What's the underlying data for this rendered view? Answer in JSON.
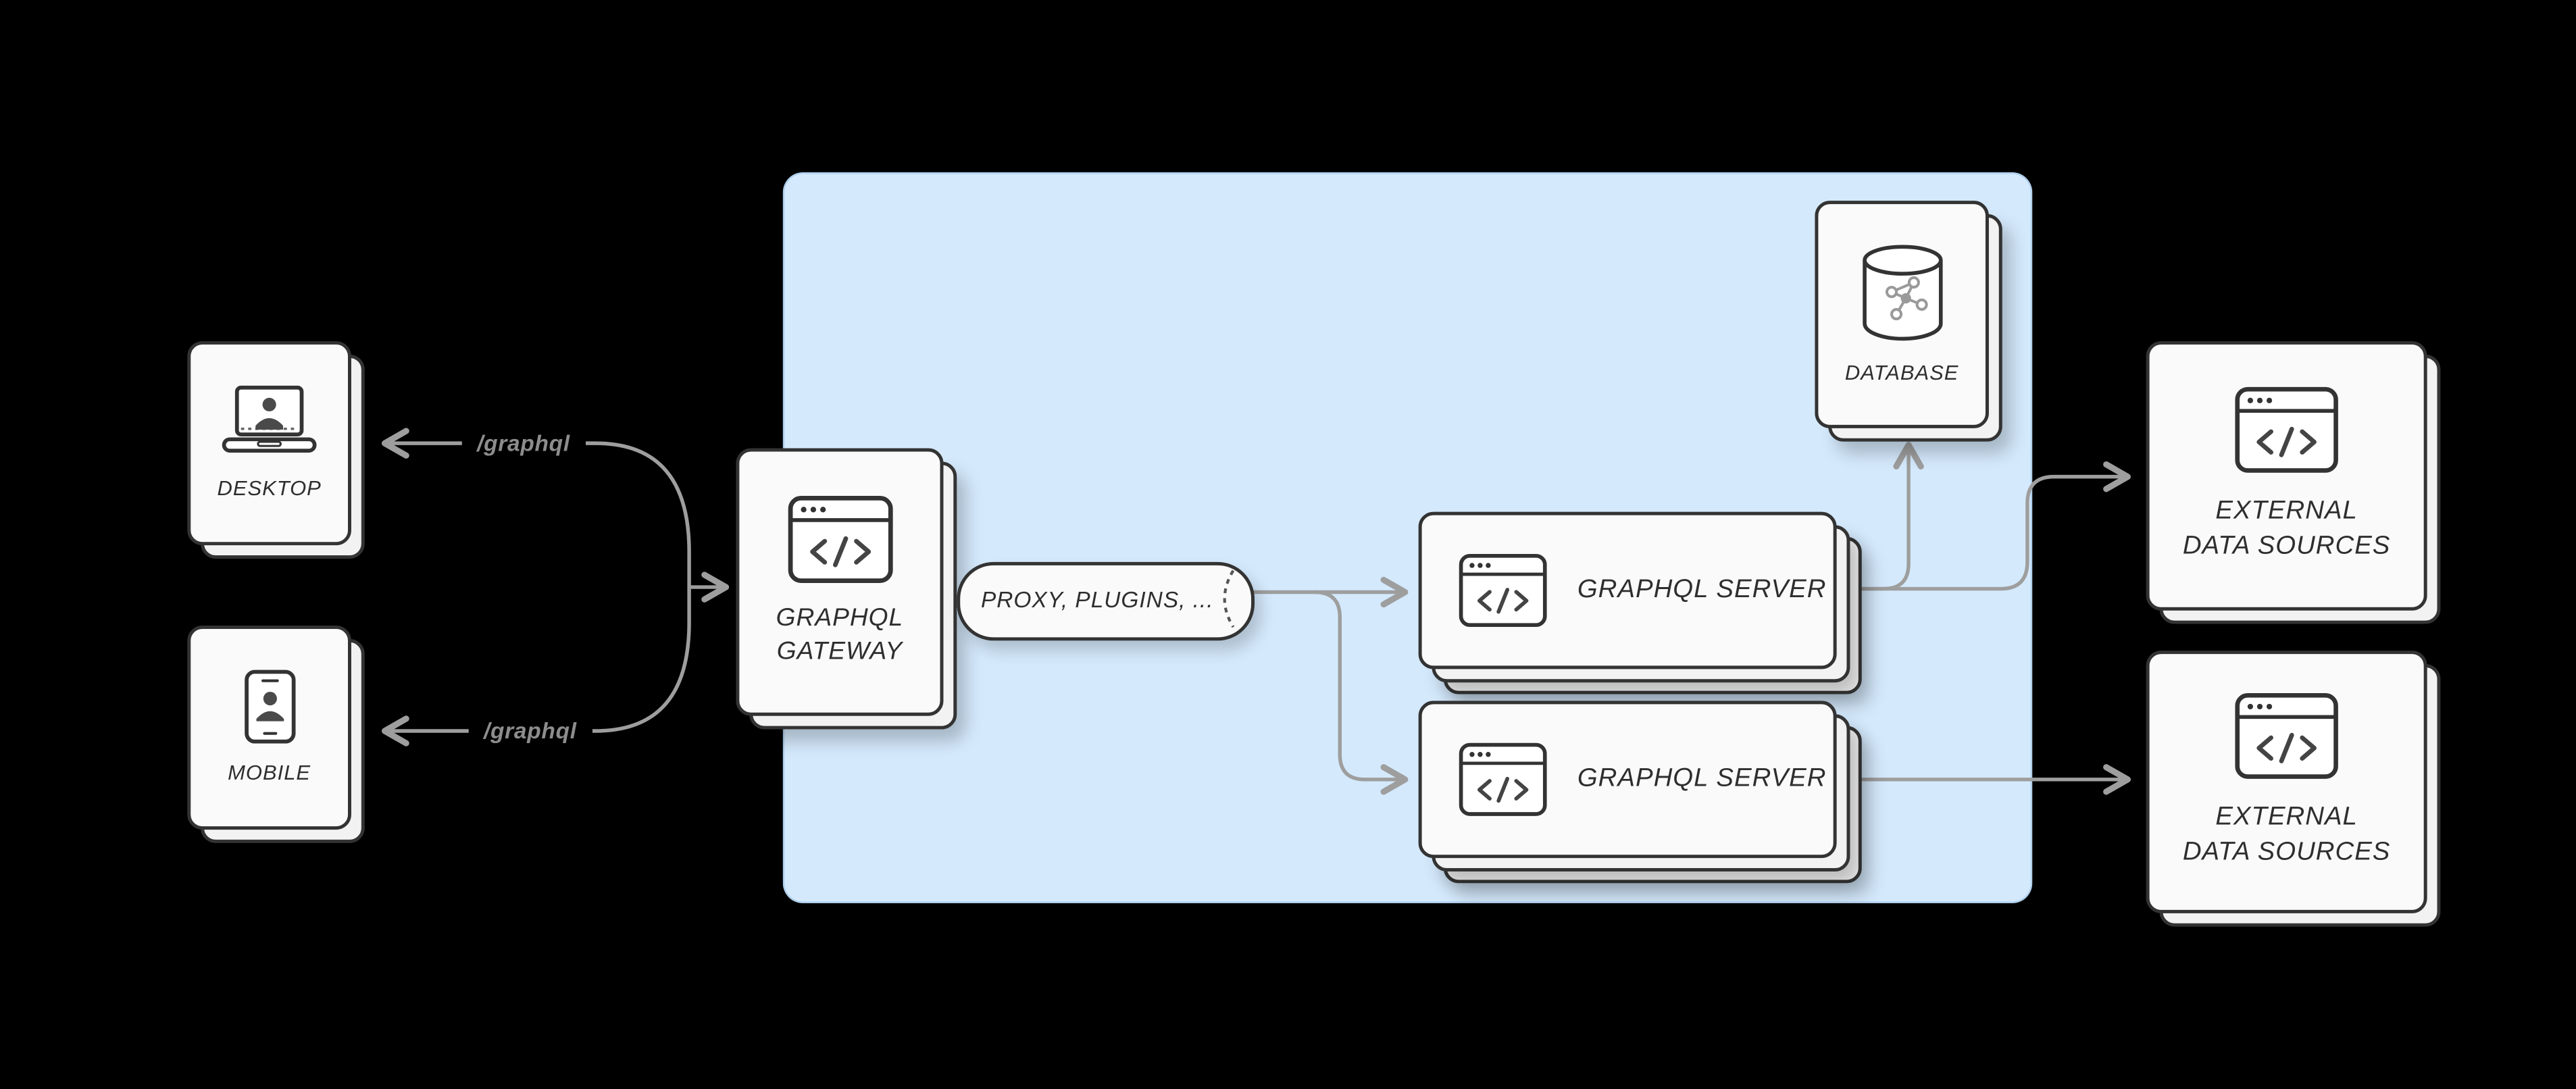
{
  "colors": {
    "background": "#000000",
    "runtime_container": "#d4e9fc",
    "card_background": "#fafafa",
    "card_border": "#333333",
    "arrow": "#9e9e9e",
    "label_text": "#2e2e2e",
    "route_text": "#8d8d8d"
  },
  "clients": {
    "desktop": {
      "label": "DESKTOP"
    },
    "mobile": {
      "label": "MOBILE"
    }
  },
  "routes": {
    "desktop_path": "/graphql",
    "mobile_path": "/graphql"
  },
  "gateway": {
    "lines": [
      "GRAPHQL",
      "GATEWAY"
    ]
  },
  "proxy": {
    "label": "PROXY, PLUGINS, ..."
  },
  "servers": [
    {
      "label": "GRAPHQL SERVER"
    },
    {
      "label": "GRAPHQL SERVER"
    }
  ],
  "database": {
    "label": "DATABASE"
  },
  "external_sources": [
    {
      "lines": [
        "EXTERNAL",
        "DATA SOURCES"
      ]
    },
    {
      "lines": [
        "EXTERNAL",
        "DATA SOURCES"
      ]
    }
  ]
}
